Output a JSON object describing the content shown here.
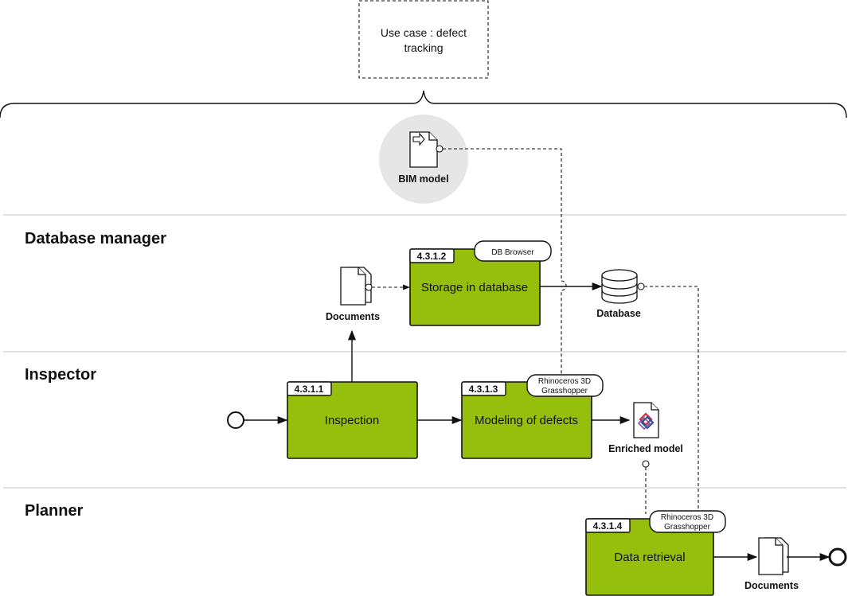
{
  "use_case": {
    "line1": "Use case : defect",
    "line2": "tracking"
  },
  "lanes": {
    "database_manager": "Database manager",
    "inspector": "Inspector",
    "planner": "Planner"
  },
  "tasks": {
    "storage": {
      "id": "4.3.1.2",
      "label": "Storage in database",
      "tool": "DB Browser"
    },
    "inspection": {
      "id": "4.3.1.1",
      "label": "Inspection"
    },
    "modeling": {
      "id": "4.3.1.3",
      "label": "Modeling of defects",
      "tool_line1": "Rhinoceros 3D",
      "tool_line2": "Grasshopper"
    },
    "retrieval": {
      "id": "4.3.1.4",
      "label": "Data retrieval",
      "tool_line1": "Rhinoceros 3D",
      "tool_line2": "Grasshopper"
    }
  },
  "objects": {
    "bim_model": "BIM model",
    "documents_top": "Documents",
    "database": "Database",
    "enriched_model": "Enriched model",
    "documents_bottom": "Documents"
  },
  "colors": {
    "task_fill": "#96bf0d",
    "bim_circle": "#e6e6e6",
    "lane_divider": "#cfcfcf",
    "ifc_red": "#e0262b",
    "ifc_blue": "#2a4ea8"
  },
  "icons": [
    "document-icon",
    "database-icon",
    "ifc-file-icon",
    "import-arrow-icon",
    "start-event-icon",
    "end-event-icon"
  ]
}
